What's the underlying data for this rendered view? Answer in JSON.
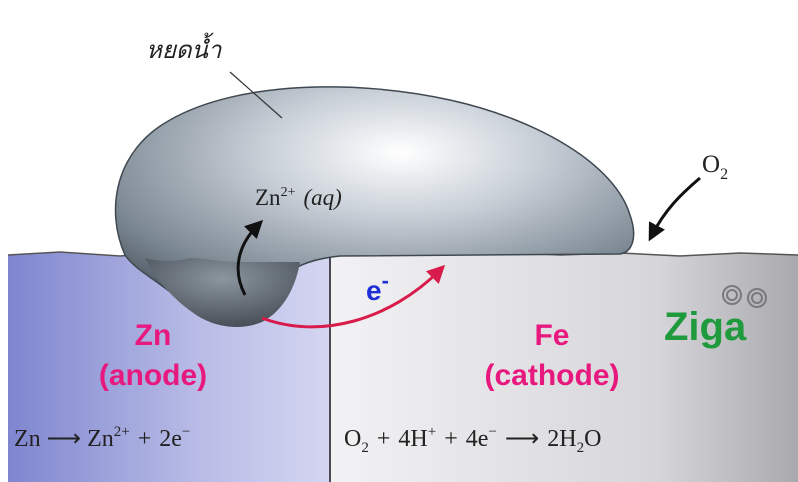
{
  "droplet_label": "หยดน้ำ",
  "zinc_ion_label": "Zn",
  "zinc_ion_charge": "2+",
  "zinc_ion_state": "(aq)",
  "oxygen_label": "O",
  "oxygen_subscript": "2",
  "electron_label": "e",
  "electron_charge": "-",
  "anode": {
    "metal": "Zn",
    "role": "(anode)",
    "reaction": {
      "reactant": "Zn",
      "arrow": "⟶",
      "product": "Zn",
      "product_charge": "2+",
      "plus": "+",
      "electrons": "2e",
      "electron_charge": "−"
    }
  },
  "cathode": {
    "metal": "Fe",
    "role": "(cathode)",
    "reaction": {
      "o2": "O",
      "o2_sub": "2",
      "plus1": "+",
      "hplus": "4H",
      "hplus_charge": "+",
      "plus2": "+",
      "electrons": "4e",
      "electron_charge": "−",
      "arrow": "⟶",
      "water_prefix": "2H",
      "water_sub": "2",
      "water_suffix": "O"
    }
  },
  "logo_text": "Ziga",
  "colors": {
    "anode_fill": "#b8bce4",
    "cathode_fill": "#d9d9dc",
    "metal_label": "#e8197e",
    "electron_label": "#1f2fd6",
    "electron_arrow": "#d81b4b",
    "logo": "#1f9a3c"
  }
}
